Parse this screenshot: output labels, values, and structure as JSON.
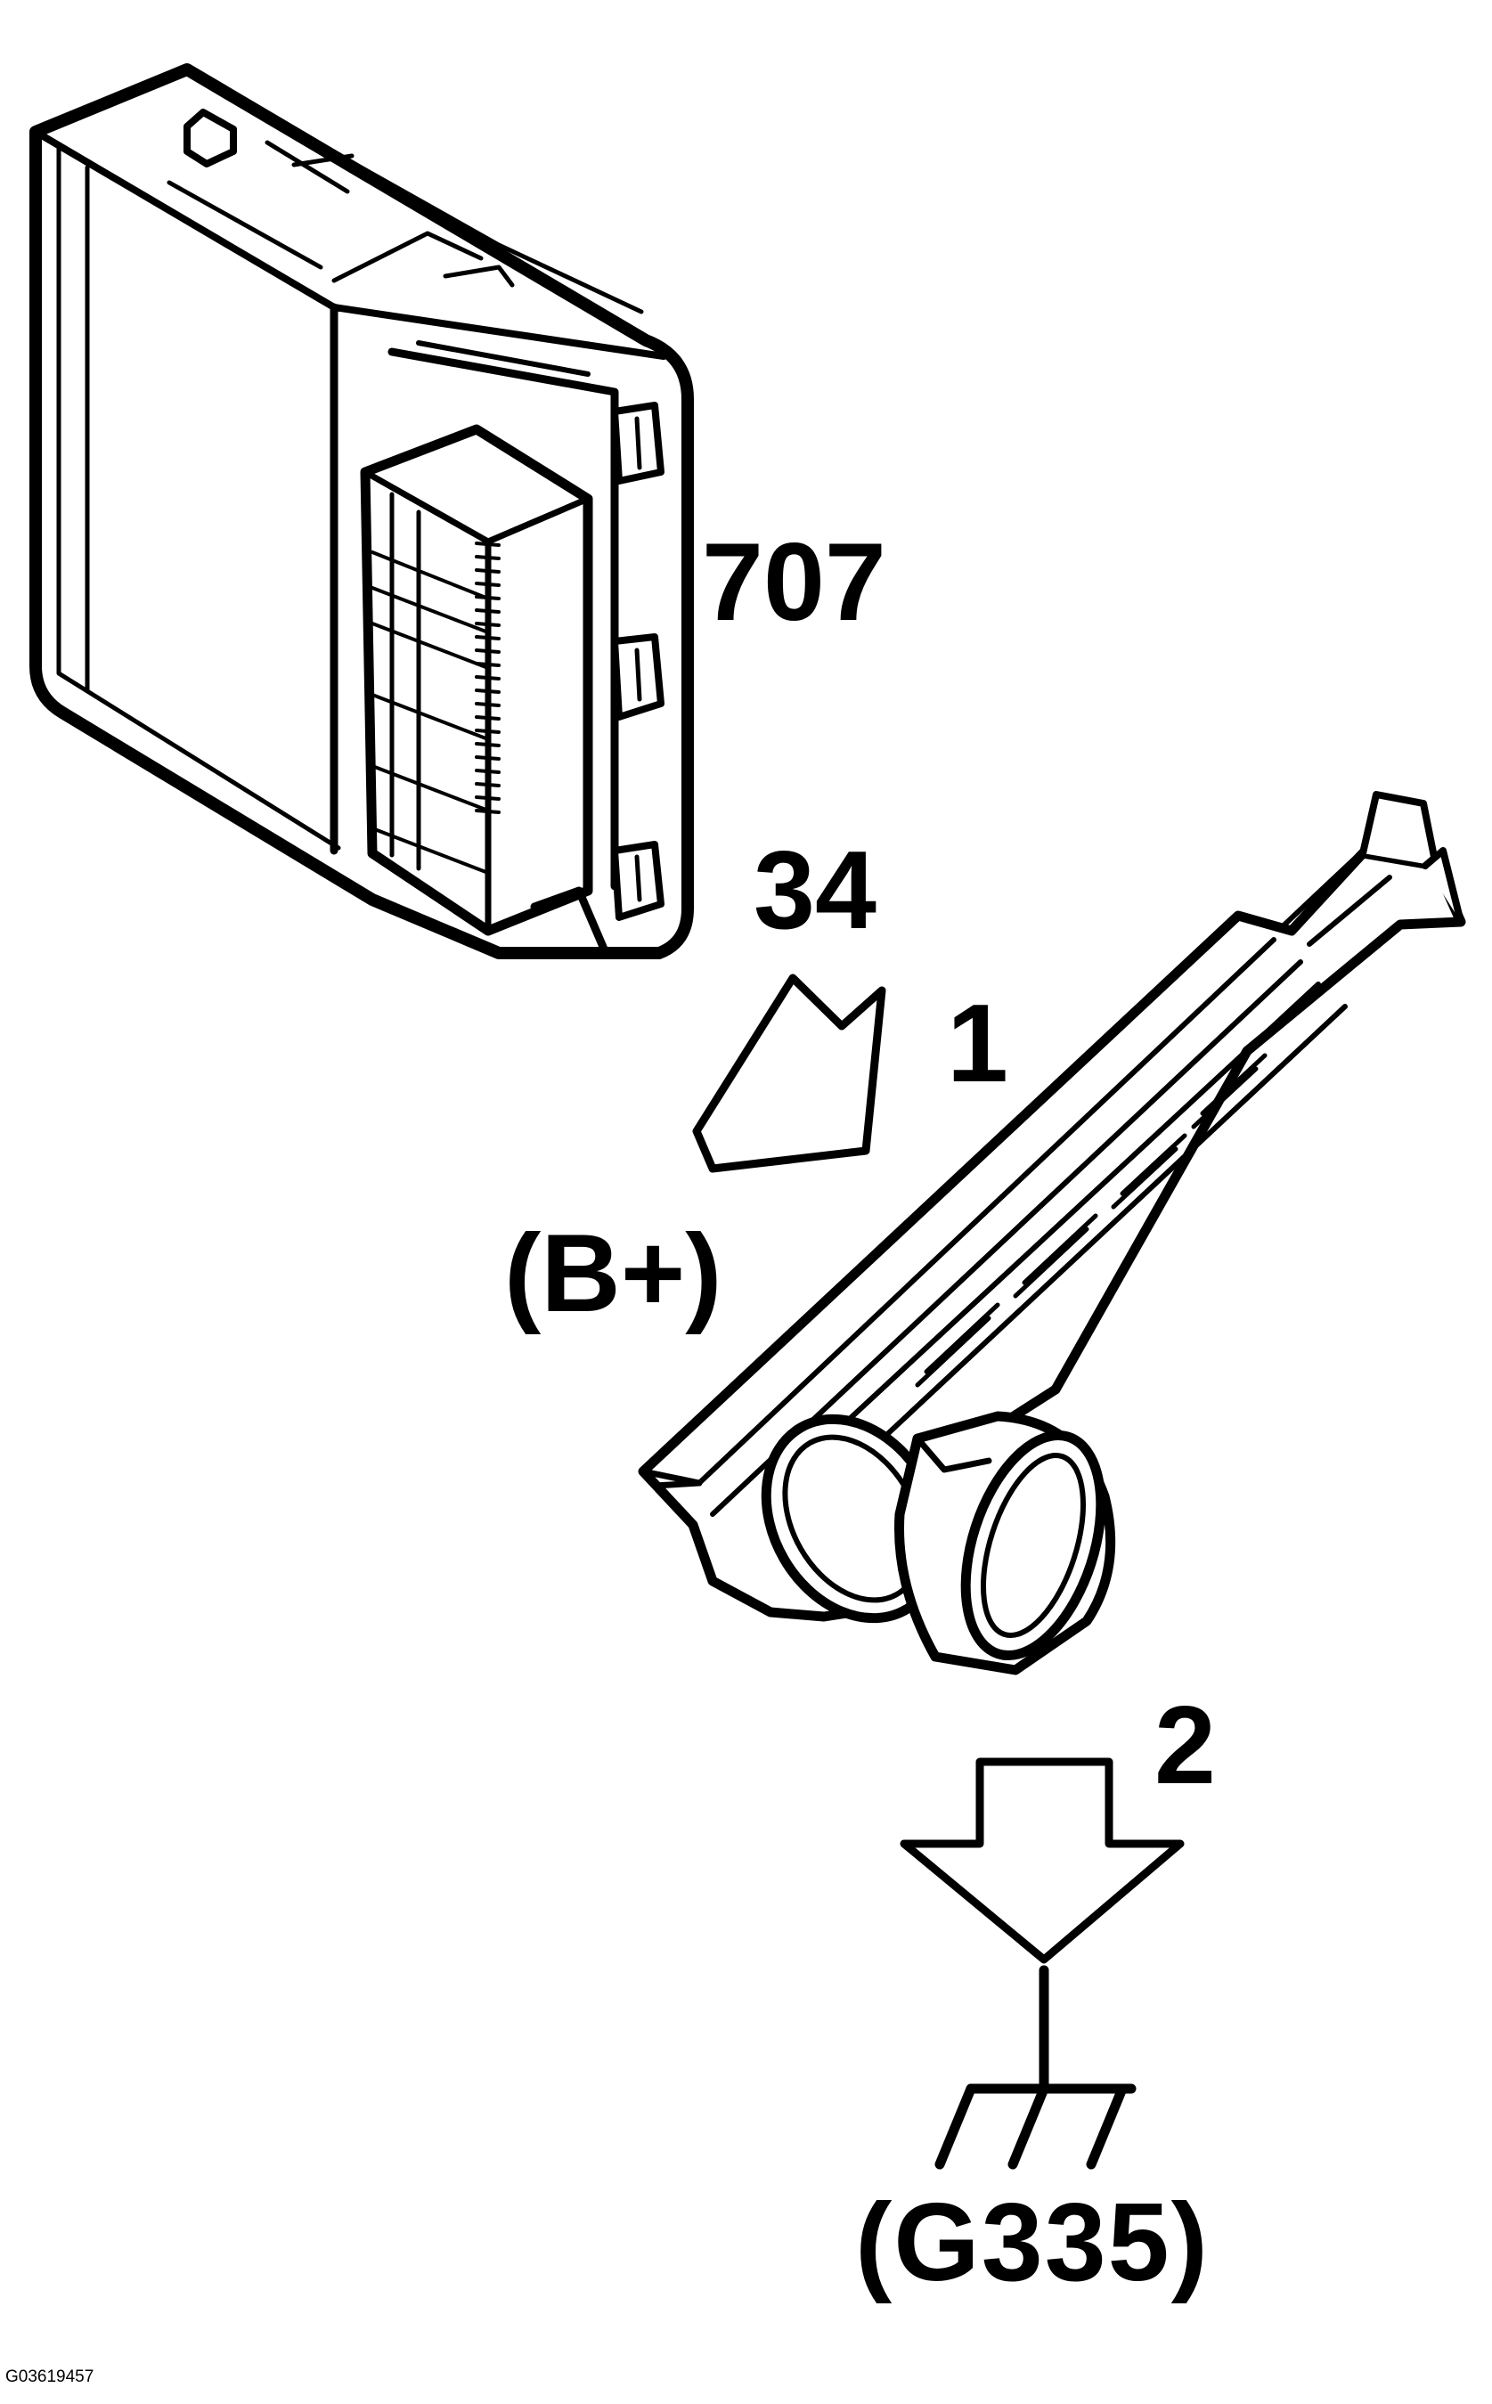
{
  "callouts": {
    "module_number": "707",
    "module_pin": "34",
    "connector_pin_1": "1",
    "supply_signal": "(B+)",
    "connector_pin_2": "2",
    "ground_point": "(G335)"
  },
  "figure_id": "G03619457",
  "icons": {
    "module": "control-module-illustration",
    "connector": "sensor-connector-illustration",
    "arrow_1": "flow-arrow-right-down",
    "arrow_2": "flow-arrow-down",
    "ground": "ground-symbol"
  },
  "colors": {
    "line": "#000000",
    "background": "#ffffff"
  }
}
